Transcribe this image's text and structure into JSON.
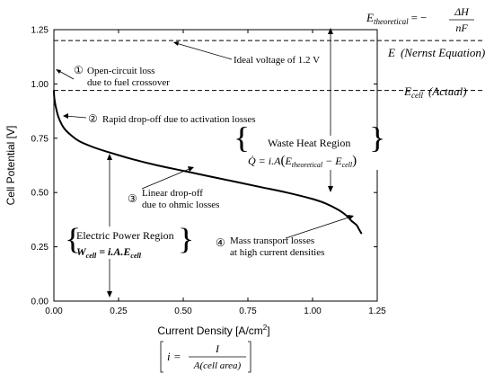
{
  "chart_data": {
    "type": "line",
    "xlabel": "Current Density [A/cm2]",
    "xlabel_sup": "2",
    "xlabel_main": "Current Density [A/cm",
    "xlabel_end": "]",
    "ylabel": "Cell Potential [V]",
    "xlim": [
      0,
      1.25
    ],
    "ylim": [
      0,
      1.25
    ],
    "x_ticks": [
      "0.00",
      "0.25",
      "0.50",
      "0.75",
      "1.00",
      "1.25"
    ],
    "y_ticks": [
      "0.00",
      "0.25",
      "0.50",
      "0.75",
      "1.00",
      "1.25"
    ],
    "grid": false,
    "reference_lines": [
      {
        "label": "Ideal voltage of 1.2 V",
        "y": 1.2
      },
      {
        "label": "E_cell (Actual)",
        "y": 0.97
      }
    ],
    "series": [
      {
        "x": [
          0.0,
          0.002,
          0.01,
          0.02,
          0.04,
          0.07,
          0.1,
          0.15,
          0.2,
          0.3,
          0.4,
          0.5,
          0.6,
          0.7,
          0.8,
          0.9,
          1.0,
          1.05,
          1.1,
          1.13,
          1.15,
          1.17,
          1.18,
          1.19
        ],
        "y": [
          0.97,
          0.93,
          0.88,
          0.84,
          0.795,
          0.76,
          0.735,
          0.71,
          0.69,
          0.655,
          0.625,
          0.6,
          0.575,
          0.55,
          0.525,
          0.5,
          0.47,
          0.45,
          0.42,
          0.395,
          0.37,
          0.35,
          0.33,
          0.31
        ]
      }
    ],
    "annotations": {
      "a1": {
        "num": "①",
        "lines": [
          "Open-circuit loss",
          "due to fuel crossover"
        ]
      },
      "a2": {
        "num": "②",
        "text": "Rapid drop-off due to activation losses"
      },
      "a3": {
        "num": "③",
        "lines": [
          "Linear drop-off",
          "due to ohmic losses"
        ]
      },
      "a4": {
        "num": "④",
        "lines": [
          "Mass transport losses",
          "at high current densities"
        ]
      },
      "ideal": "Ideal voltage of 1.2 V",
      "waste_heat_title": "Waste Heat Region",
      "electric_power_title": "Electric Power Region"
    },
    "formulas": {
      "e_theo_lhs": "E",
      "e_theo_sub": "theoretical",
      "e_theo_eq": "=",
      "e_theo_minus": "−",
      "e_theo_num": "ΔH",
      "e_theo_den": "nF",
      "nernst_e": "E",
      "nernst_label": "(Nernst Equation)",
      "ecell_e": "E",
      "ecell_sub": "cell",
      "ecell_label": "(Actual)",
      "q_lhs": "Q̇ = i.A",
      "q_open": "(",
      "q_e1": "E",
      "q_sub1": "theoretical",
      "q_minus": " − E",
      "q_sub2": "cell",
      "q_close": ")",
      "w_lhs": "W",
      "w_sub": "cell",
      "w_rhs": " = i.A.E",
      "w_sub2": "cell",
      "i_lhs": "i =",
      "i_num": "I",
      "i_den": "A(cell area)"
    }
  }
}
